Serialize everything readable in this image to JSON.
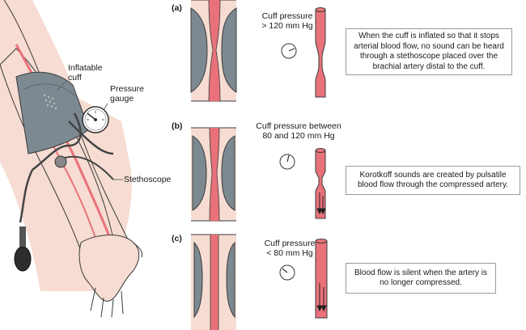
{
  "labels": {
    "inflatable_cuff": "Inflatable\ncuff",
    "pressure_gauge": "Pressure\ngauge",
    "stethoscope": "Stethoscope"
  },
  "panels": [
    {
      "letter": "(a)",
      "cuff_pressure": "Cuff pressure\n> 120 mm Hg",
      "description": "When the cuff is inflated so that it stops arterial blood flow, no sound can be heard through a stethoscope placed over the brachial artery distal to the cuff."
    },
    {
      "letter": "(b)",
      "cuff_pressure": "Cuff pressure between\n80 and 120 mm Hg",
      "description": "Korotkoff sounds are created by pulsatile blood flow through the compressed artery."
    },
    {
      "letter": "(c)",
      "cuff_pressure": "Cuff pressure\n< 80 mm Hg",
      "description": "Blood flow is silent when the artery is no longer compressed."
    }
  ],
  "colors": {
    "skin": "#f6dcd2",
    "artery": "#e9727a",
    "cuff": "#7c8990",
    "outline": "#3a3a3a"
  }
}
